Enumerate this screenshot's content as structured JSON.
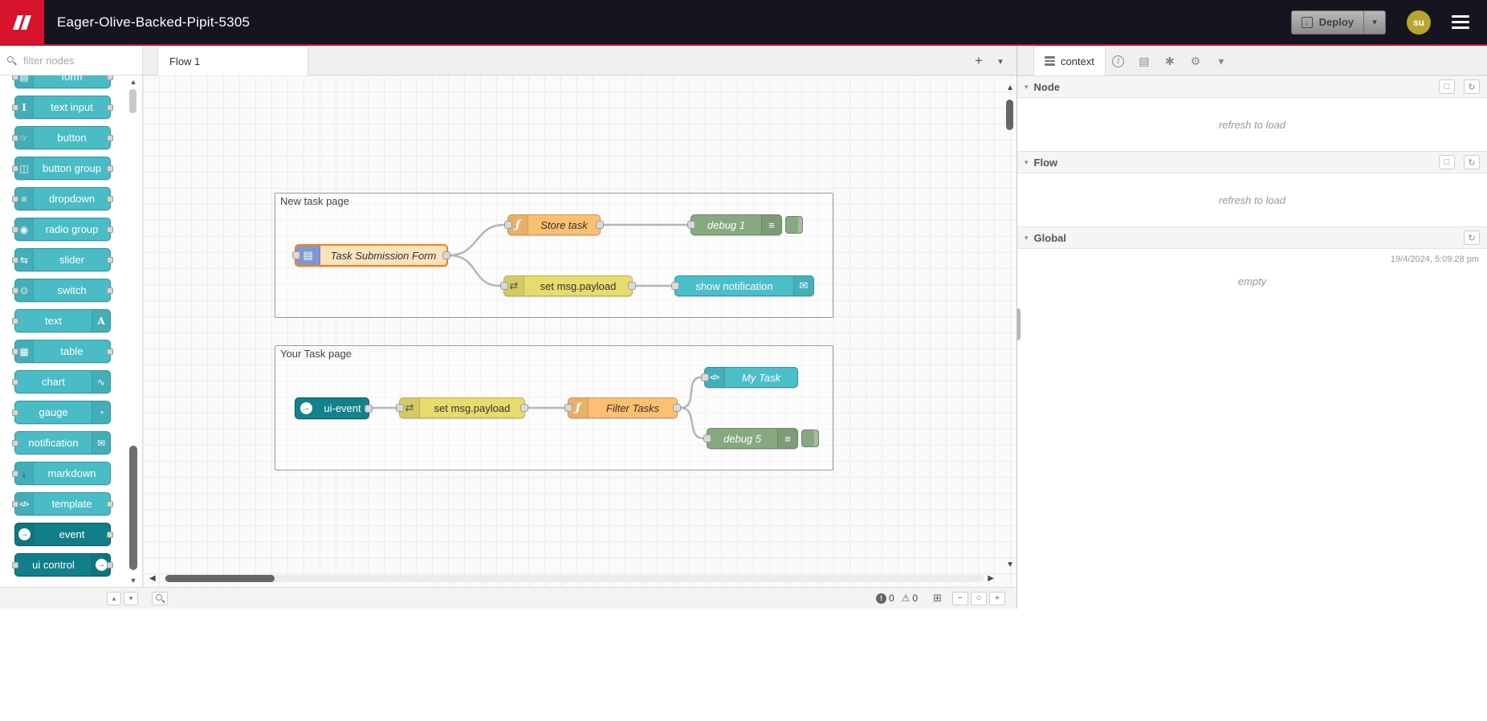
{
  "header": {
    "title": "Eager-Olive-Backed-Pipit-5305",
    "deploy_label": "Deploy",
    "user_initials": "su"
  },
  "palette": {
    "filter_placeholder": "filter nodes",
    "items": [
      {
        "label": "form"
      },
      {
        "label": "text input"
      },
      {
        "label": "button"
      },
      {
        "label": "button group"
      },
      {
        "label": "dropdown"
      },
      {
        "label": "radio group"
      },
      {
        "label": "slider"
      },
      {
        "label": "switch"
      },
      {
        "label": "text"
      },
      {
        "label": "table"
      },
      {
        "label": "chart"
      },
      {
        "label": "gauge"
      },
      {
        "label": "notification"
      },
      {
        "label": "markdown"
      },
      {
        "label": "template"
      },
      {
        "label": "event"
      },
      {
        "label": "ui control"
      }
    ]
  },
  "workspace": {
    "tab_label": "Flow 1",
    "groups": [
      {
        "title": "New task page",
        "nodes": [
          {
            "label": "Task Submission Form"
          },
          {
            "label": "Store task"
          },
          {
            "label": "debug 1"
          },
          {
            "label": "set msg.payload"
          },
          {
            "label": "show notification"
          }
        ]
      },
      {
        "title": "Your Task page",
        "nodes": [
          {
            "label": "ui-event"
          },
          {
            "label": "set msg.payload"
          },
          {
            "label": "Filter Tasks"
          },
          {
            "label": "My Task"
          },
          {
            "label": "debug 5"
          }
        ]
      }
    ]
  },
  "sidebar": {
    "context_tab_label": "context",
    "sections": [
      {
        "title": "Node",
        "body": "refresh to load"
      },
      {
        "title": "Flow",
        "body": "refresh to load"
      },
      {
        "title": "Global",
        "timestamp": "19/4/2024, 5:09:28 pm",
        "body": "empty"
      }
    ]
  },
  "footer": {
    "error_count": "0",
    "warning_count": "0"
  },
  "colors": {
    "accent_red": "#c0182b",
    "logo_red": "#d8142d",
    "palette_teal": "#49bcc6",
    "palette_dark_teal": "#117f89",
    "function_orange": "#fdbf71",
    "change_yellow": "#e6dc6d",
    "debug_green": "#87a980",
    "selected_orange": "#ff7f0e",
    "avatar_olive": "#b7a52f"
  },
  "icons": {
    "plus": "+",
    "chevron-down": "▾",
    "chevron-up": "▴",
    "form": "▤",
    "text-input": "I",
    "button": "☞",
    "button-group": "◫",
    "dropdown": "≡",
    "radio-group": "◉",
    "slider": "⇆",
    "switch": "⊙",
    "text": "A",
    "table": "▦",
    "chart": "∿",
    "gauge": "◔",
    "notification": "✉",
    "markdown": "↓",
    "template": "</>",
    "event-arrow": "→",
    "function": "ƒ",
    "debug": "≡",
    "change": "⇄",
    "info": "i",
    "book": "▤",
    "bug": "✱",
    "gear": "⚙",
    "refresh": "↻",
    "square": "□",
    "error": "!",
    "warning": "⚠",
    "minus": "−",
    "circle": "○",
    "map": "⊞",
    "deploy": "↓",
    "scroll-left": "◀",
    "scroll-right": "▶",
    "scroll-up": "▲",
    "scroll-down": "▼"
  }
}
